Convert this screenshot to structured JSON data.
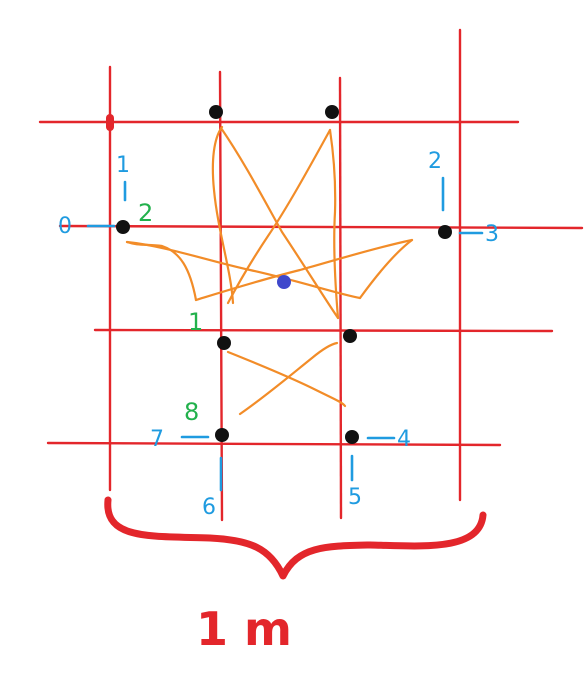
{
  "colors": {
    "grid": "#e3262b",
    "path": "#f28c28",
    "node": "#111111",
    "center": "#3f48cc",
    "blue_label": "#1f9be0",
    "green_label": "#22b14c",
    "scale": "#e3262b"
  },
  "node_labels": [
    "0",
    "1",
    "2",
    "3",
    "4",
    "5",
    "6",
    "7"
  ],
  "visit_labels": [
    "1",
    "2",
    "8"
  ],
  "scale_label": "1 m"
}
